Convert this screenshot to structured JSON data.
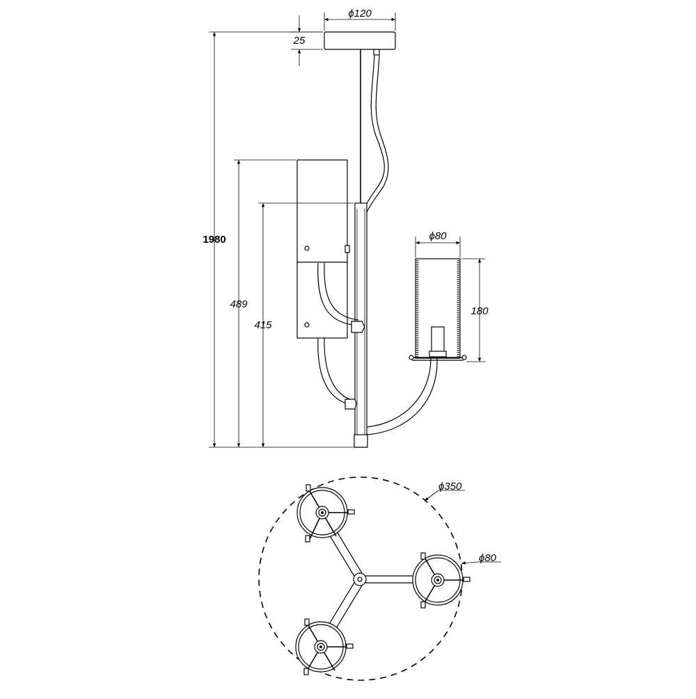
{
  "dimensions": {
    "canopy_diameter": "ϕ120",
    "canopy_height": "25",
    "overall_height": "1980",
    "shade_height_total": "489",
    "arm_height": "415",
    "shade_diameter": "ϕ80",
    "shade_height": "180",
    "spread_diameter": "ϕ350",
    "plan_shade_diameter": "ϕ80"
  },
  "colors": {
    "line": "#000000",
    "background": "#ffffff"
  }
}
